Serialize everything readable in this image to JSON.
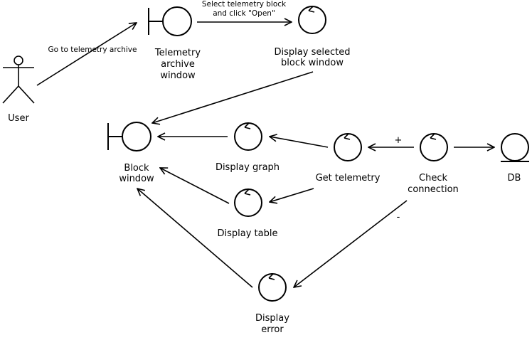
{
  "actor": {
    "label": "User"
  },
  "nodes": {
    "telemetry_archive_window": {
      "label_lines": [
        "Telemetry",
        "archive",
        "window"
      ],
      "kind": "boundary"
    },
    "display_selected_block_window": {
      "label_lines": [
        "Display selected",
        "block window"
      ],
      "kind": "control"
    },
    "block_window": {
      "label_lines": [
        "Block",
        "window"
      ],
      "kind": "boundary"
    },
    "display_graph": {
      "label_lines": [
        "Display graph"
      ],
      "kind": "control"
    },
    "display_table": {
      "label_lines": [
        "Display table"
      ],
      "kind": "control"
    },
    "get_telemetry": {
      "label_lines": [
        "Get telemetry"
      ],
      "kind": "control"
    },
    "check_connection": {
      "label_lines": [
        "Check",
        "connection"
      ],
      "kind": "control"
    },
    "db": {
      "label_lines": [
        "DB"
      ],
      "kind": "entity"
    },
    "display_error": {
      "label_lines": [
        "Display",
        "error"
      ],
      "kind": "control"
    }
  },
  "edges": {
    "user_to_archive": {
      "label_lines": [
        "Go to telemetry archive"
      ]
    },
    "archive_to_display_selected": {
      "label_lines": [
        "Select telemetry block",
        "and click \"Open\""
      ]
    },
    "check_to_get_telemetry": {
      "label_lines": [
        "+"
      ]
    },
    "check_to_display_error": {
      "label_lines": [
        "-"
      ]
    }
  }
}
